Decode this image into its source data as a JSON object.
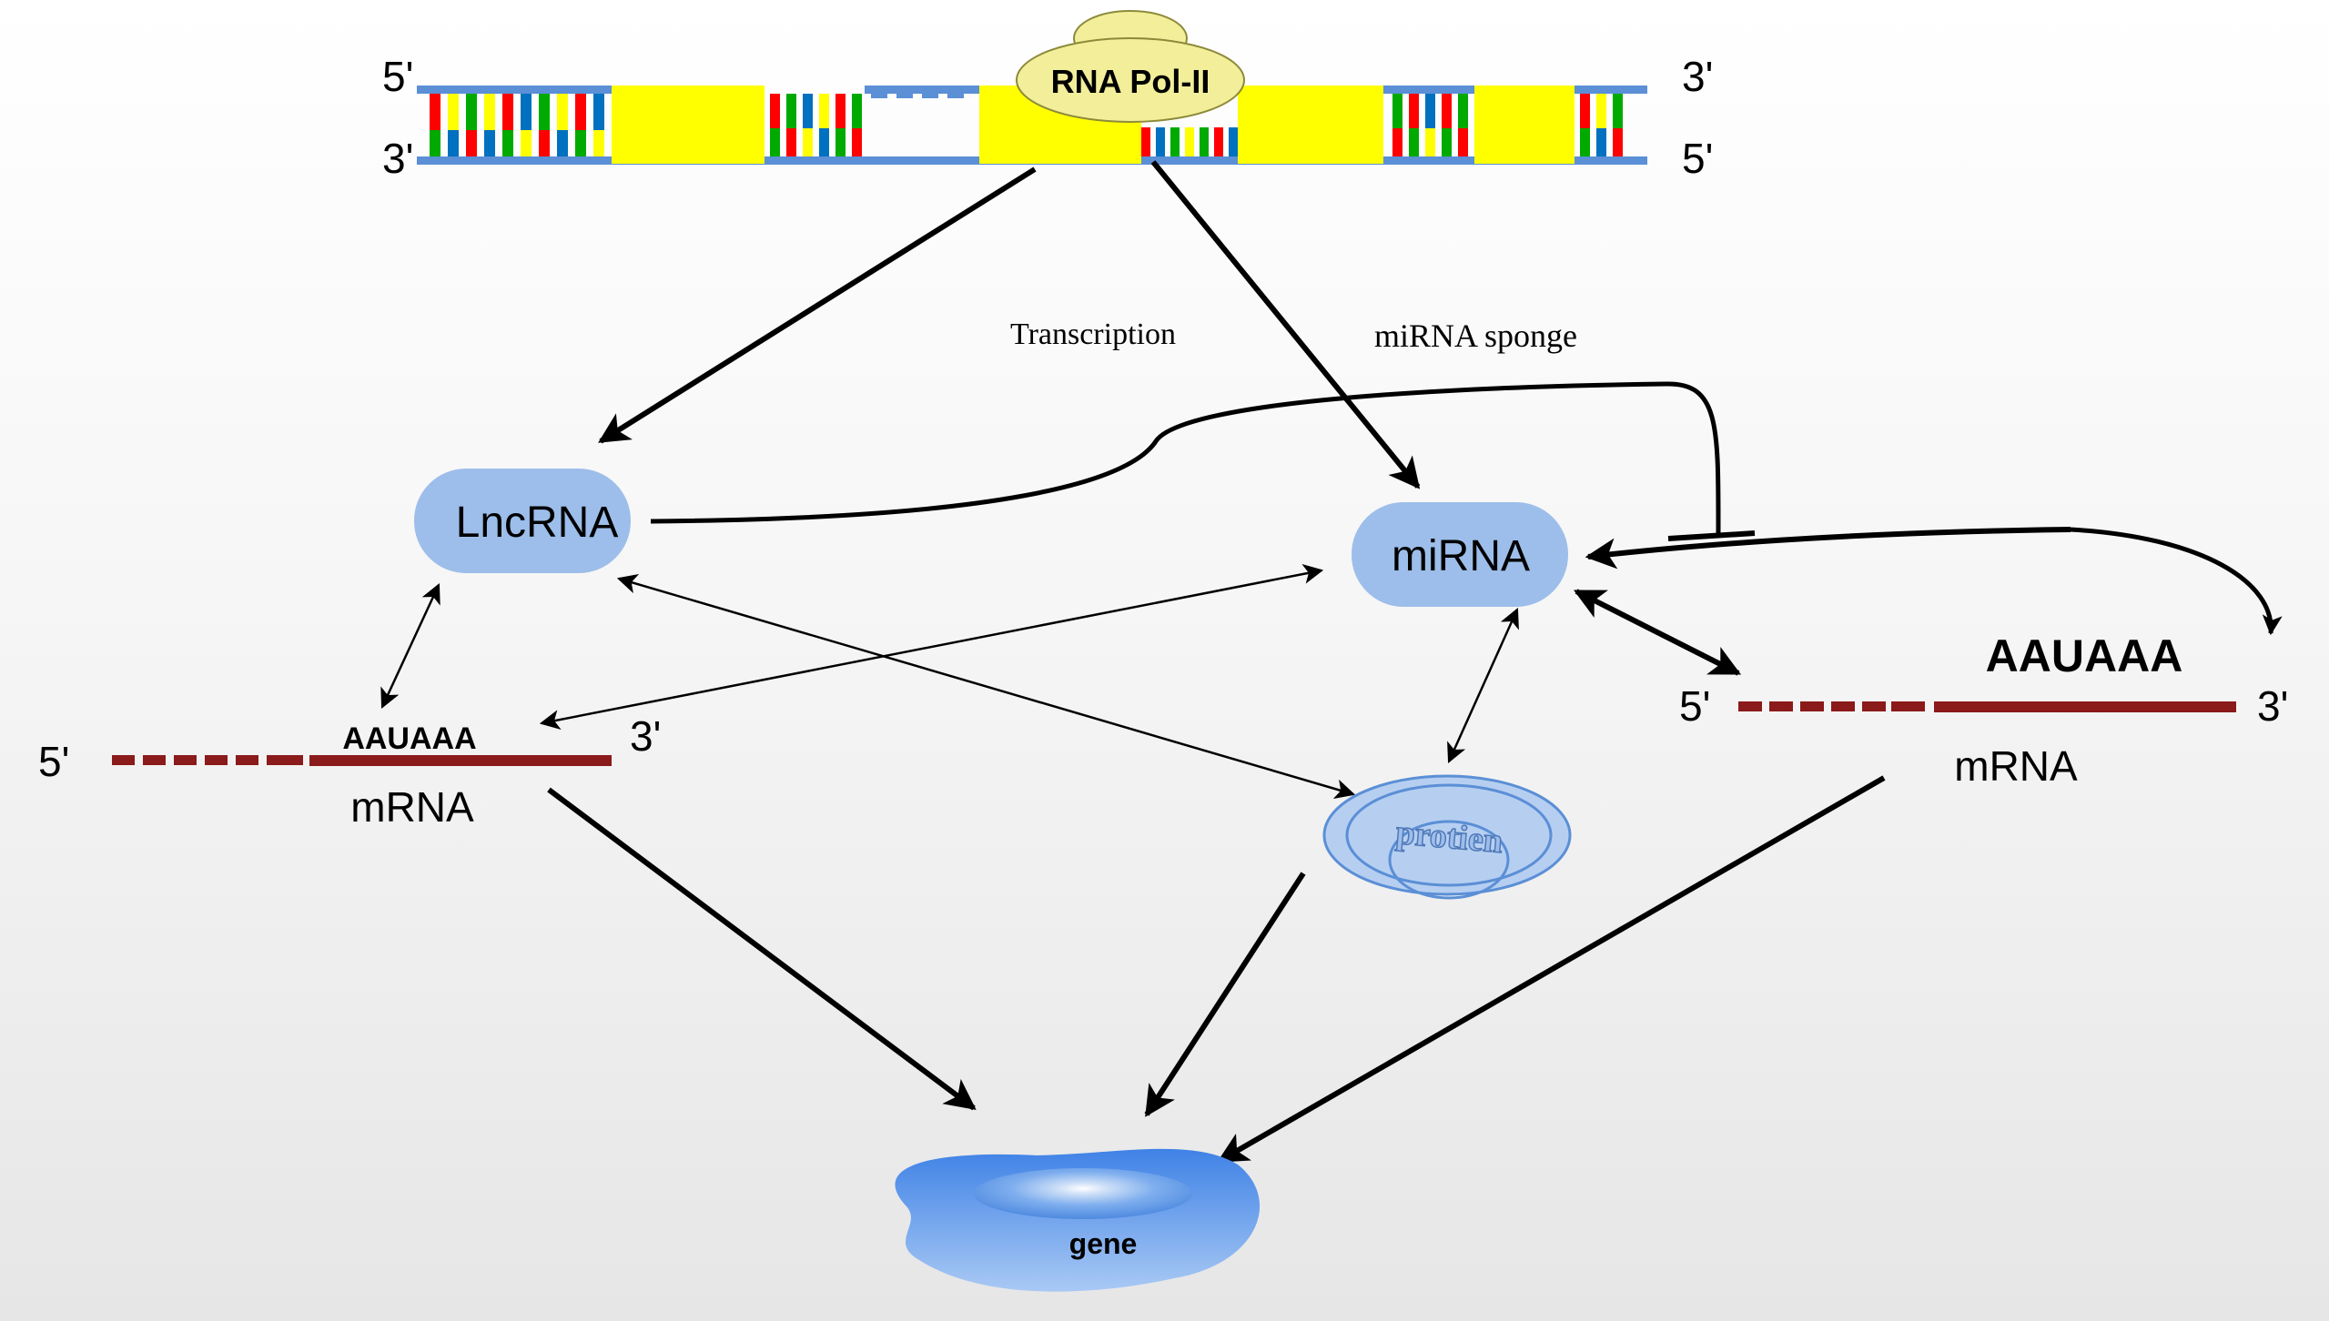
{
  "dna": {
    "top_left_label": "5'",
    "bottom_left_label": "3'",
    "top_right_label": "3'",
    "bottom_right_label": "5'",
    "polymerase_label": "RNA Pol-II"
  },
  "labels": {
    "transcription": "Transcription",
    "sponge": "miRNA sponge"
  },
  "nodes": {
    "lncrna": "LncRNA",
    "mirna": "miRNA",
    "protein": "protien",
    "gene": "gene"
  },
  "mrna_left": {
    "five_prime": "5'",
    "three_prime": "3'",
    "signal": "AAUAAA",
    "label": "mRNA"
  },
  "mrna_right": {
    "five_prime": "5'",
    "three_prime": "3'",
    "signal": "AAUAAA",
    "label": "mRNA"
  },
  "colors": {
    "node_blue": "#9dbeea",
    "dna_blue": "#5b8fd6",
    "dna_yellow": "#ffff00",
    "mrna_red": "#8b1a1a",
    "polymerase": "#f2ee9a",
    "gene_blue": "#5592e8"
  }
}
